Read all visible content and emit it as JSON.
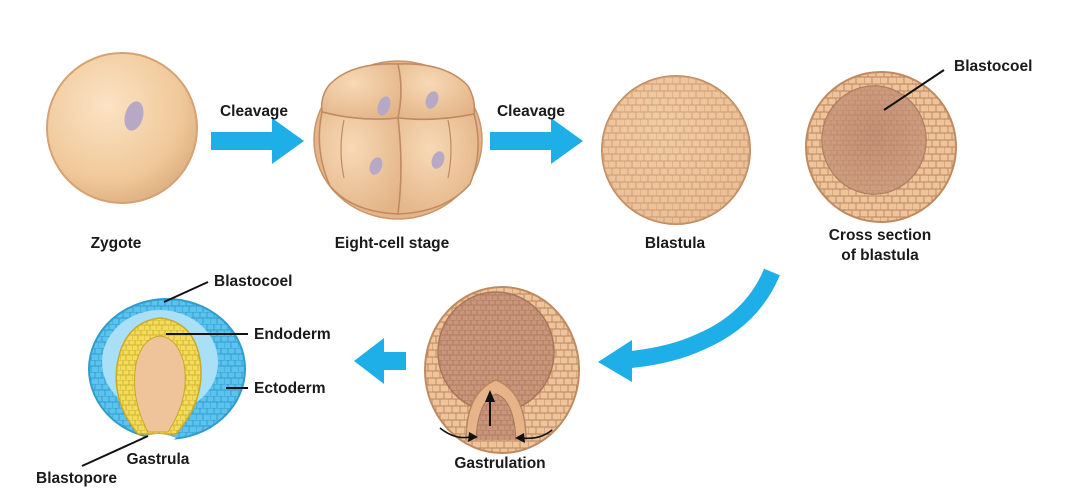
{
  "labels": {
    "cleavage_1": "Cleavage",
    "cleavage_2": "Cleavage",
    "zygote": "Zygote",
    "eight_cell": "Eight-cell stage",
    "blastula": "Blastula",
    "cross_section_line1": "Cross section",
    "cross_section_line2": "of blastula",
    "blastocoel_top": "Blastocoel",
    "blastocoel_gastrula": "Blastocoel",
    "endoderm": "Endoderm",
    "ectoderm": "Ectoderm",
    "gastrula": "Gastrula",
    "blastopore": "Blastopore",
    "gastrulation": "Gastrulation"
  },
  "colors": {
    "arrow": "#1eaee8",
    "egg_fill": "#f0c99a",
    "egg_edge": "#d9a678",
    "cell_fill": "#efc49a",
    "cell_line": "#b88660",
    "interior": "#c9967a",
    "nucleus": "#b7a9c6",
    "ectoderm_blue": "#5cc3ef",
    "blastocoel_blue": "#a9e0f7",
    "endoderm_yellow": "#f4dc5a"
  }
}
